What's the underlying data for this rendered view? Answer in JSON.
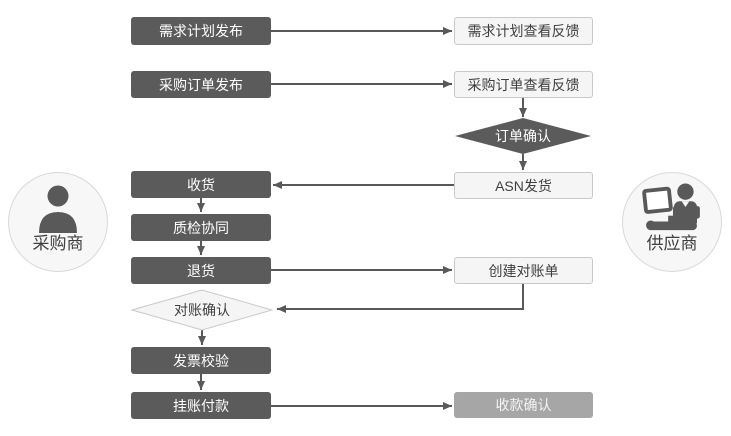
{
  "actors": {
    "buyer": {
      "label": "采购商"
    },
    "supplier": {
      "label": "供应商"
    }
  },
  "nodes": {
    "demand_publish": {
      "label": "需求计划发布",
      "type": "dark-box",
      "lane": "buyer"
    },
    "demand_feedback": {
      "label": "需求计划查看反馈",
      "type": "light-box",
      "lane": "supplier"
    },
    "po_publish": {
      "label": "采购订单发布",
      "type": "dark-box",
      "lane": "buyer"
    },
    "po_feedback": {
      "label": "采购订单查看反馈",
      "type": "light-box",
      "lane": "supplier"
    },
    "order_confirm": {
      "label": "订单确认",
      "type": "dark-diamond",
      "lane": "supplier"
    },
    "receive": {
      "label": "收货",
      "type": "dark-box",
      "lane": "buyer"
    },
    "asn_ship": {
      "label": "ASN发货",
      "type": "light-box",
      "lane": "supplier"
    },
    "quality": {
      "label": "质检协同",
      "type": "dark-box",
      "lane": "buyer"
    },
    "returns": {
      "label": "退货",
      "type": "dark-box",
      "lane": "buyer"
    },
    "create_statement": {
      "label": "创建对账单",
      "type": "light-box",
      "lane": "supplier"
    },
    "statement_confirm": {
      "label": "对账确认",
      "type": "light-diamond",
      "lane": "buyer"
    },
    "invoice_check": {
      "label": "发票校验",
      "type": "dark-box",
      "lane": "buyer"
    },
    "payment": {
      "label": "挂账付款",
      "type": "dark-box",
      "lane": "buyer"
    },
    "receipt_confirm": {
      "label": "收款确认",
      "type": "mid-box",
      "lane": "supplier"
    }
  },
  "edges": [
    {
      "from": "demand_publish",
      "to": "demand_feedback"
    },
    {
      "from": "po_publish",
      "to": "po_feedback"
    },
    {
      "from": "po_feedback",
      "to": "order_confirm"
    },
    {
      "from": "order_confirm",
      "to": "asn_ship"
    },
    {
      "from": "asn_ship",
      "to": "receive"
    },
    {
      "from": "receive",
      "to": "quality"
    },
    {
      "from": "quality",
      "to": "returns"
    },
    {
      "from": "returns",
      "to": "create_statement"
    },
    {
      "from": "create_statement",
      "to": "statement_confirm"
    },
    {
      "from": "statement_confirm",
      "to": "invoice_check"
    },
    {
      "from": "invoice_check",
      "to": "payment"
    },
    {
      "from": "payment",
      "to": "receipt_confirm"
    }
  ],
  "colors": {
    "dark_node": "#5b5b5b",
    "light_node_fill": "#f5f5f5",
    "light_node_border": "#c9c9c9",
    "mid_node": "#a6a6a6",
    "arrow": "#595959",
    "text_on_dark": "#ffffff",
    "text_dark": "#3f3f3f",
    "actor_fill": "#f7f7f7",
    "actor_border": "#d9d9d9",
    "icon": "#595959"
  }
}
